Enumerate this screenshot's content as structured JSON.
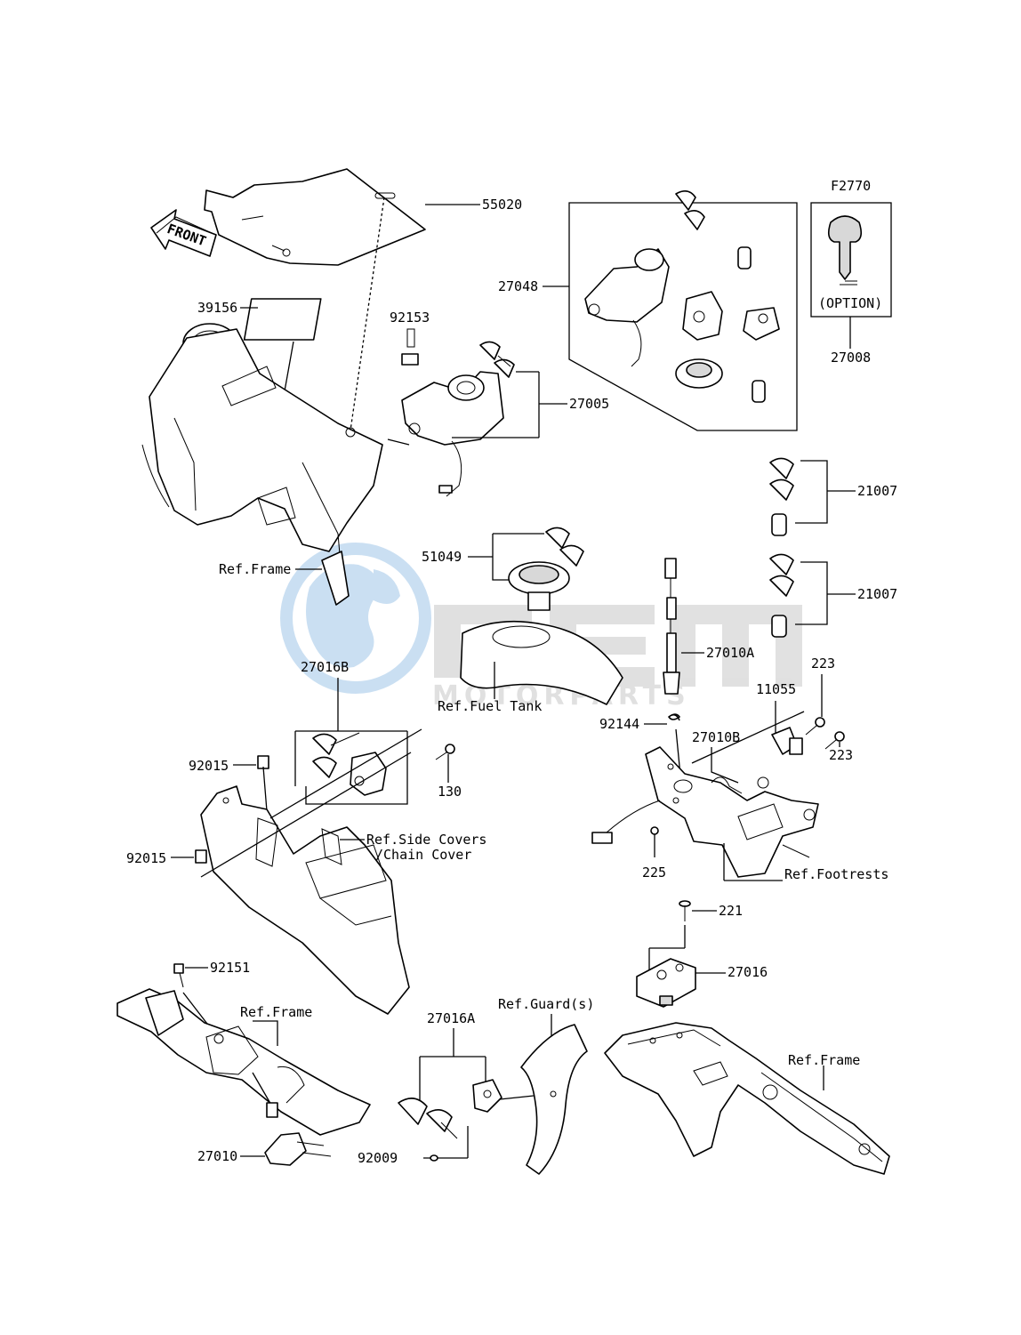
{
  "watermark": {
    "brand": "GEM",
    "subtitle": "MOTORPARTS",
    "color": "#c8c8c8",
    "globe_color": "#9fc6e8"
  },
  "front_arrow": "FRONT",
  "labels": {
    "p55020": "55020",
    "p39156": "39156",
    "p92153": "92153",
    "p27005": "27005",
    "p27048": "27048",
    "f2770": "F2770",
    "option": "(OPTION)",
    "p27008": "27008",
    "p21007a": "21007",
    "p21007b": "21007",
    "ref_frame_1": "Ref.Frame",
    "p51049": "51049",
    "p27010a": "27010A",
    "ref_fuel_tank": "Ref.Fuel Tank",
    "p27016b": "27016B",
    "p223a": "223",
    "p11055": "11055",
    "p92144": "92144",
    "p27010b": "27010B",
    "p223b": "223",
    "p92015a": "92015",
    "p130": "130",
    "ref_side_covers": "Ref.Side Covers",
    "ref_chain_cover": "/Chain Cover",
    "p92015b": "92015",
    "p225": "225",
    "ref_footrests": "Ref.Footrests",
    "p221": "221",
    "p27016": "27016",
    "p92151": "92151",
    "ref_frame_2": "Ref.Frame",
    "p27016a": "27016A",
    "ref_guards": "Ref.Guard(s)",
    "ref_frame_3": "Ref.Frame",
    "p27010": "27010",
    "p92009": "92009"
  }
}
